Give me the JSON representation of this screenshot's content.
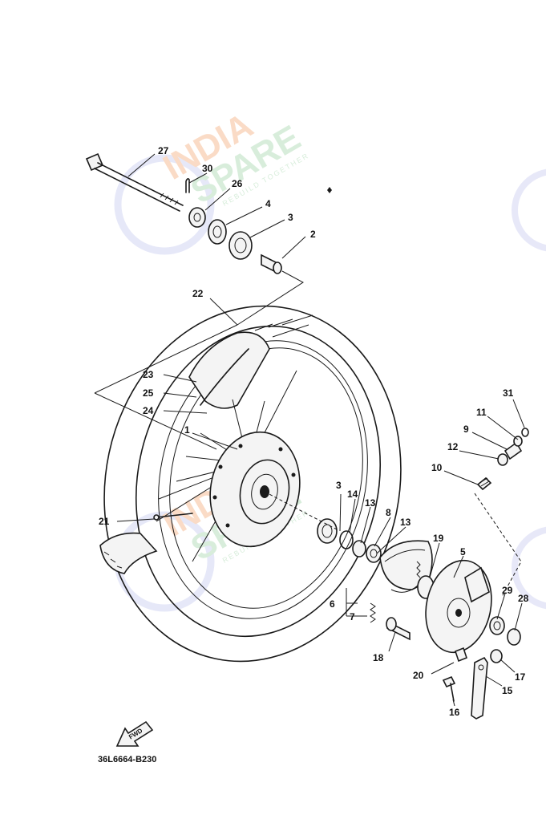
{
  "diagram_code": "36L6664-B230",
  "fwd_label": "FWD",
  "watermark": {
    "line1": "INDIA",
    "line2": "SPARE",
    "tagline": "REBUILD TOGETHER",
    "color_primary": "#f4b183",
    "color_secondary": "#a9d9b0",
    "color_ring": "#c9cdf0"
  },
  "callouts": [
    "27",
    "30",
    "26",
    "4",
    "3",
    "2",
    "22",
    "23",
    "25",
    "24",
    "1",
    "21",
    "31",
    "11",
    "9",
    "12",
    "10",
    "3",
    "14",
    "13",
    "8",
    "13",
    "19",
    "5",
    "6",
    "7",
    "29",
    "28",
    "18",
    "20",
    "17",
    "15",
    "16"
  ]
}
